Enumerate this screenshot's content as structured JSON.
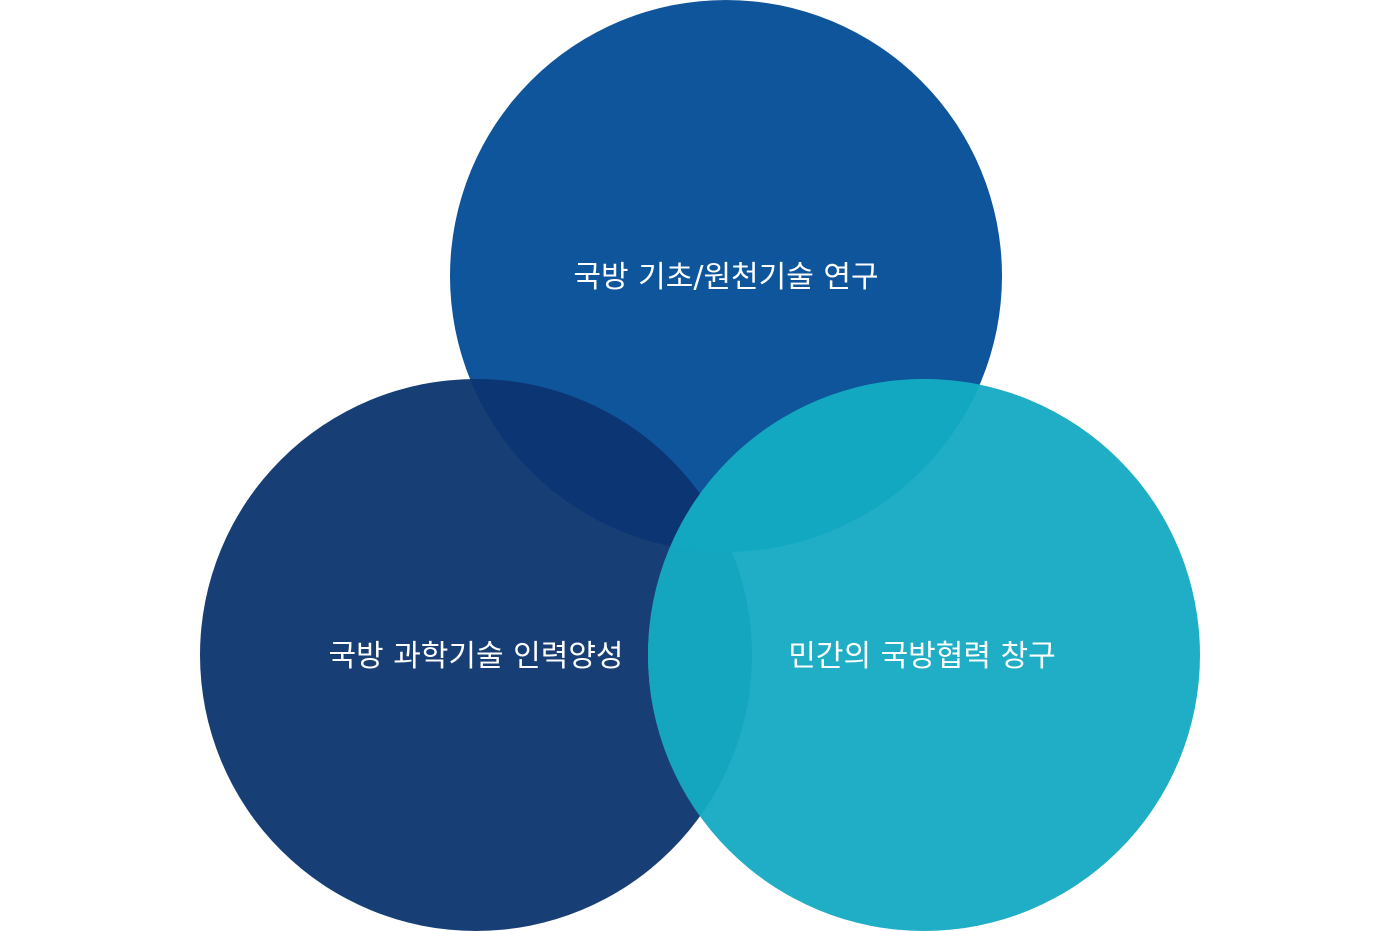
{
  "diagram": {
    "type": "venn",
    "circles": [
      {
        "id": "top",
        "label": "국방 기초/원천기술 연구",
        "color": "#0f559c"
      },
      {
        "id": "left",
        "label": "국방 과학기술 인력양성",
        "color": "#183f75"
      },
      {
        "id": "right",
        "label": "민간의 국방협력 창구",
        "color": "#20aec6"
      }
    ],
    "overlap_colors": {
      "top_left": "#0c3673",
      "top_right": "#13a8c2",
      "left_right": "#15a6bf"
    }
  }
}
